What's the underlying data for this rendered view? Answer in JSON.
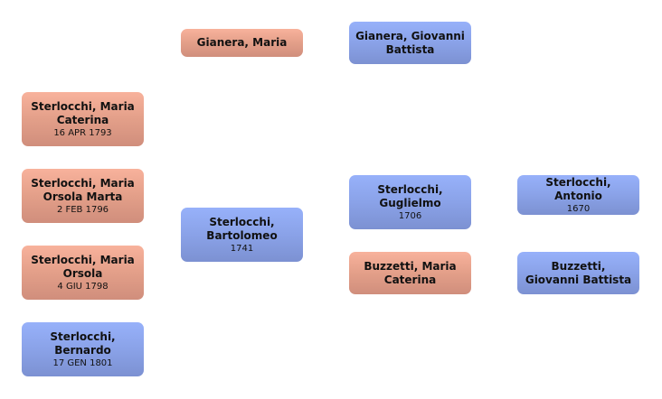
{
  "tree": {
    "children": [
      {
        "name": "Sterlocchi, Maria Caterina",
        "date": "16 APR 1793",
        "sex": "female"
      },
      {
        "name": "Sterlocchi, Maria Orsola Marta",
        "date": "2 FEB 1796",
        "sex": "female"
      },
      {
        "name": "Sterlocchi, Maria Orsola",
        "date": "4 GIU 1798",
        "sex": "female"
      },
      {
        "name": "Sterlocchi, Bernardo",
        "date": "17 GEN 1801",
        "sex": "male"
      }
    ],
    "parents": [
      {
        "name": "Gianera, Maria",
        "date": "",
        "sex": "female"
      },
      {
        "name": "Sterlocchi, Bartolomeo",
        "date": "1741",
        "sex": "male"
      }
    ],
    "grandparents": [
      {
        "name": "Gianera, Giovanni Battista",
        "date": "",
        "sex": "male"
      },
      {
        "name": "Sterlocchi, Guglielmo",
        "date": "1706",
        "sex": "male"
      },
      {
        "name": "Buzzetti, Maria Caterina",
        "date": "",
        "sex": "female"
      }
    ],
    "great_grandparents": [
      {
        "name": "Sterlocchi, Antonio",
        "date": "1670",
        "sex": "male"
      },
      {
        "name": "Buzzetti, Giovanni Battista",
        "date": "",
        "sex": "male"
      }
    ]
  }
}
